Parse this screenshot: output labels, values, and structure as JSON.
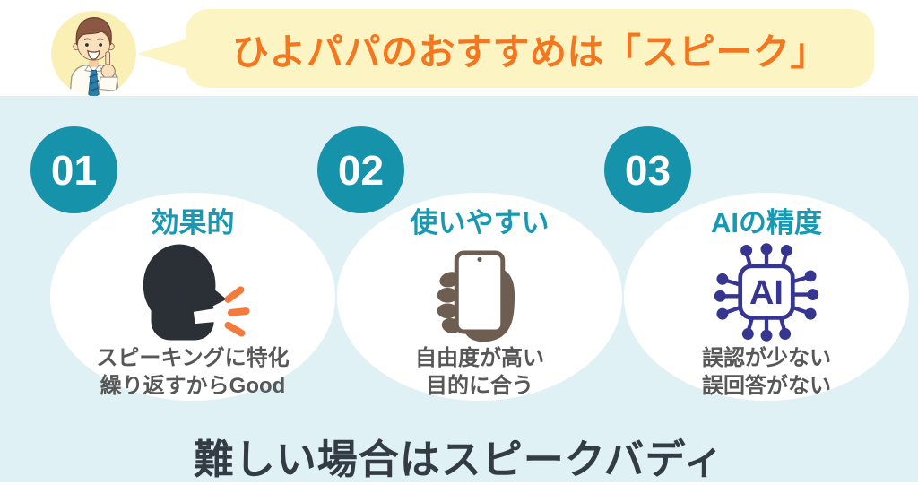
{
  "header": {
    "avatar": "hiyo-papa-character",
    "speech_bubble": "ひよパパのおすすめは「スピーク」"
  },
  "items": [
    {
      "number": "01",
      "title": "効果的",
      "icon": "speaking-head-icon",
      "lines": [
        "スピーキングに特化",
        "繰り返すからGood"
      ]
    },
    {
      "number": "02",
      "title": "使いやすい",
      "icon": "phone-in-hand-icon",
      "lines": [
        "自由度が高い",
        "目的に合う"
      ]
    },
    {
      "number": "03",
      "title": "AIの精度",
      "icon": "ai-chip-icon",
      "lines": [
        "誤認が少ない",
        "誤回答がない"
      ]
    }
  ],
  "footer": {
    "headline": "難しい場合はスピークバディ"
  },
  "colors": {
    "background_blue": "#E0F1F6",
    "badge_teal": "#1692AA",
    "title_teal": "#1799B4",
    "bubble_yellow": "#FCF5C3",
    "bubble_orange_text": "#F4761F",
    "avatar_yellow": "#FAF0B5",
    "body_gray": "#575757",
    "headline_dark": "#333B45",
    "head_icon_black": "#2B2F36",
    "sound_wave_orange": "#F4793B",
    "hand_brown": "#6D5E51",
    "ai_chip_navy": "#363690"
  }
}
